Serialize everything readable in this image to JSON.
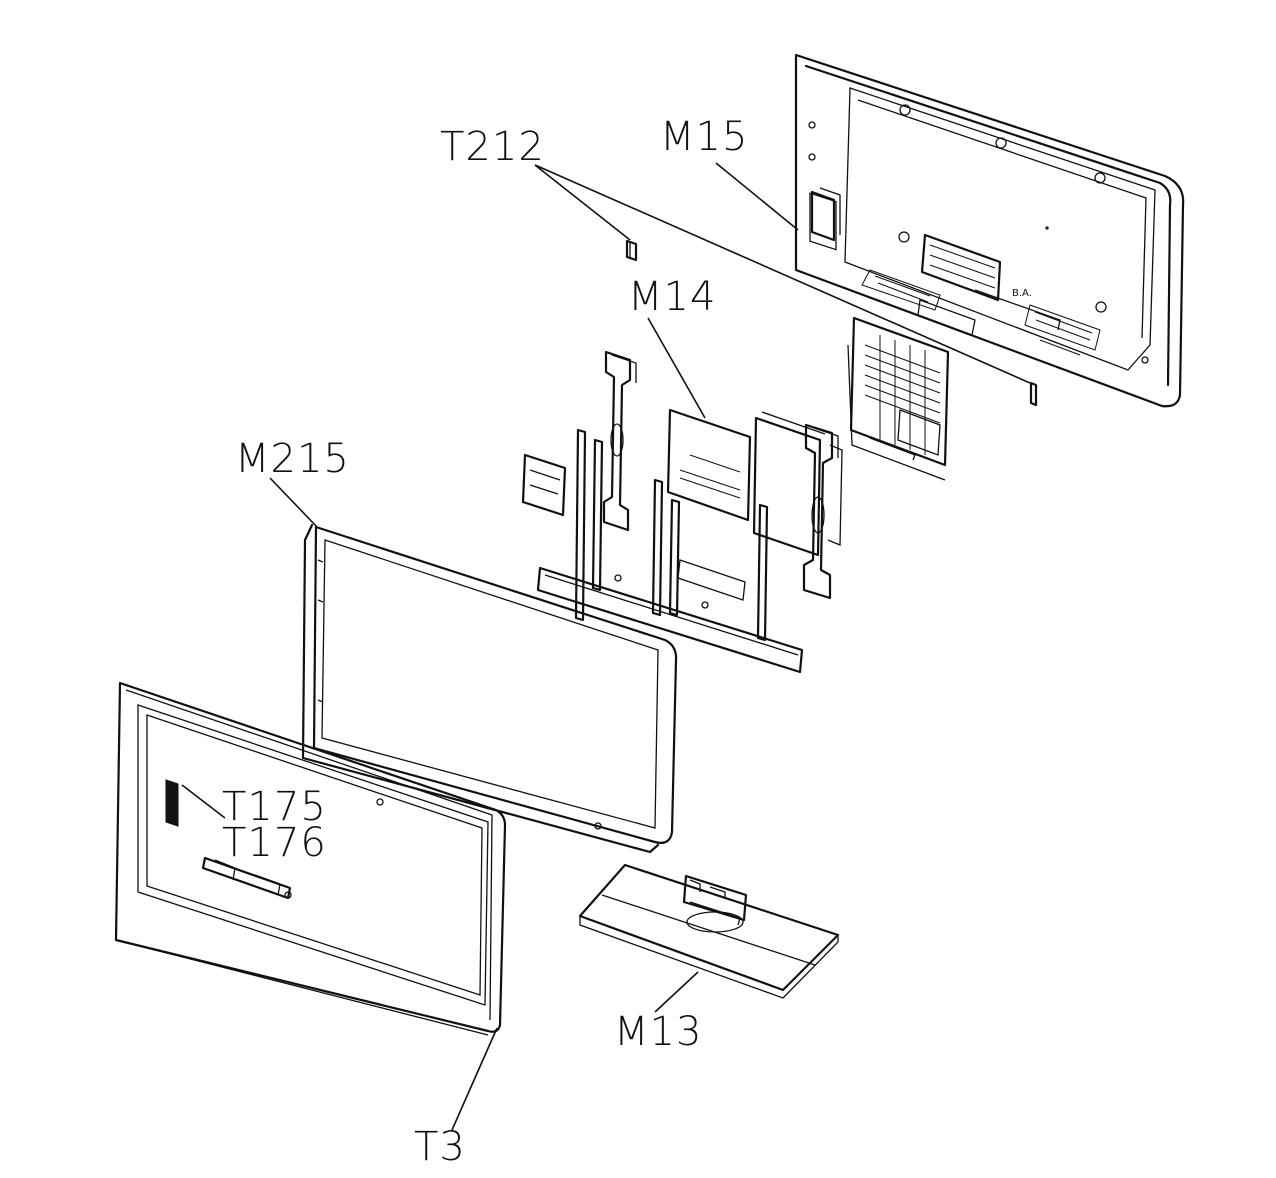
{
  "callouts": {
    "t212": "T212",
    "m15": "M15",
    "m14": "M14",
    "m215": "M215",
    "t175": "T175",
    "t176": "T176",
    "m13": "M13",
    "t3": "T3"
  },
  "colors": {
    "line": "#111111",
    "background": "#ffffff"
  }
}
